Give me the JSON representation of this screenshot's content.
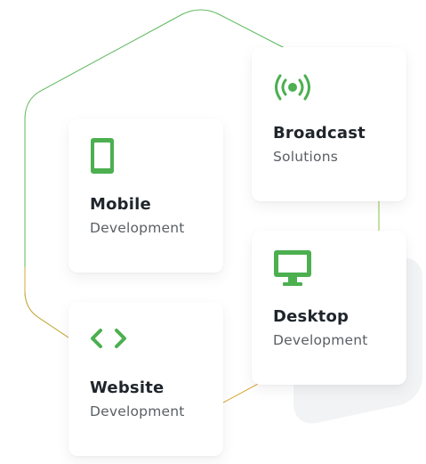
{
  "accent": "#4caf50",
  "accent_dark": "#2e8b3a",
  "cards": [
    {
      "title": "Mobile",
      "subtitle": "Development",
      "icon": "mobile-phone-icon"
    },
    {
      "title": "Website",
      "subtitle": "Development",
      "icon": "code-brackets-icon"
    },
    {
      "title": "Broadcast",
      "subtitle": "Solutions",
      "icon": "broadcast-signal-icon"
    },
    {
      "title": "Desktop",
      "subtitle": "Development",
      "icon": "desktop-monitor-icon"
    }
  ]
}
